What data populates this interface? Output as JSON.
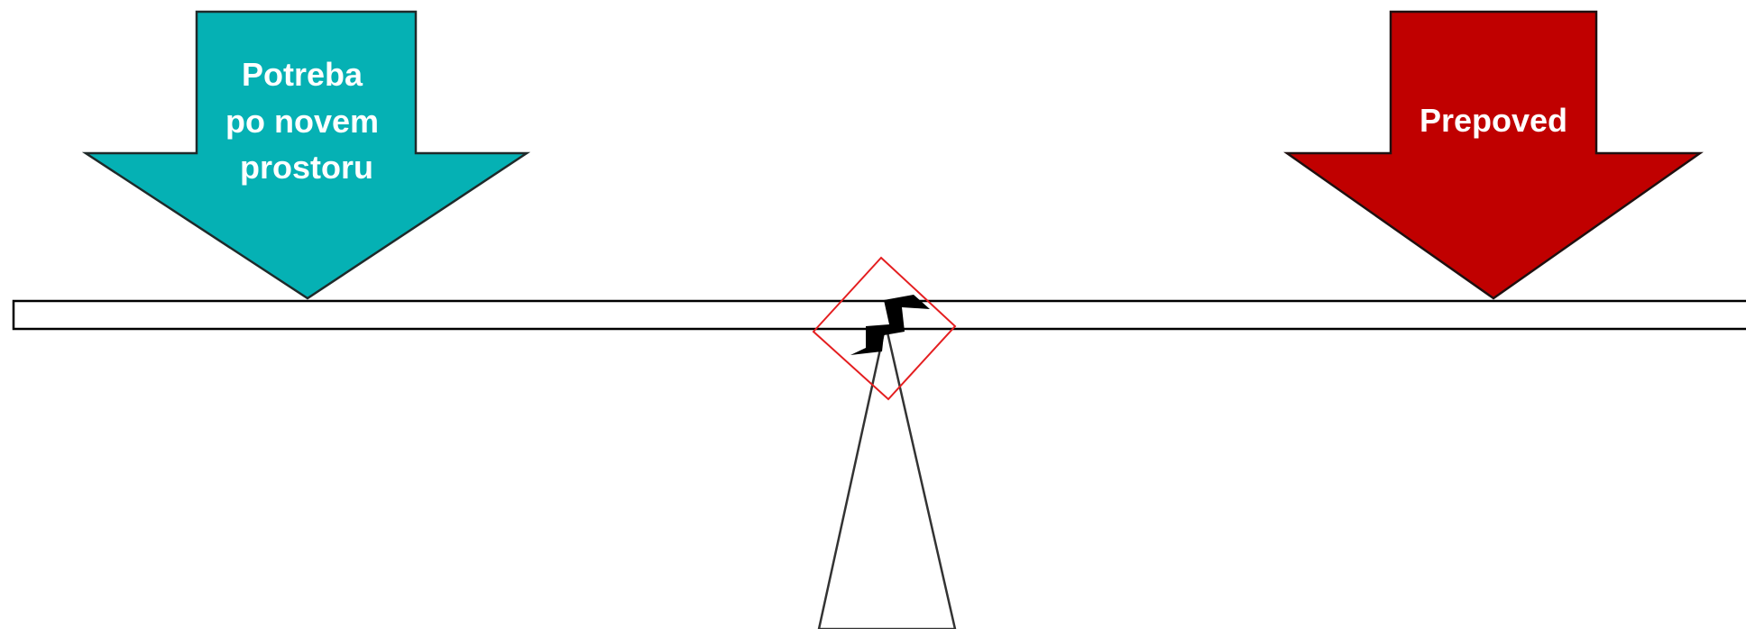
{
  "diagram": {
    "left_force": {
      "lines": [
        "Potreba",
        "po novem",
        "prostoru"
      ],
      "color": "#05B1B4"
    },
    "right_force": {
      "lines": [
        "Prepoved"
      ],
      "color": "#C00000"
    },
    "beam": {
      "fill": "#FFFFFF",
      "stroke": "#000000"
    },
    "fulcrum": {
      "stroke": "#333333"
    },
    "crack_highlight": {
      "stroke": "#E41E20",
      "crack_color": "#000000"
    }
  }
}
